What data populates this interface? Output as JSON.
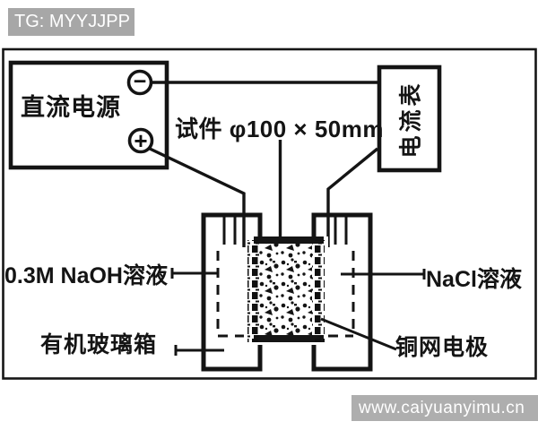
{
  "watermark_top": {
    "text": "TG: MYYJJPP"
  },
  "watermark_bottom": {
    "text": "www.caiyuanyimu.cn"
  },
  "diagram": {
    "power_supply_label": "直流电源",
    "ammeter_label": "电流表",
    "specimen_label": "试件 φ100 × 50mm",
    "left_solution_label": "0.3M NaOH溶液",
    "right_solution_label": "NaCl溶液",
    "container_label": "有机玻璃箱",
    "electrode_label": "铜网电极",
    "icons": {
      "minus_terminal": "−",
      "plus_terminal": "+"
    }
  },
  "colors": {
    "ink": "#1a1a1a",
    "paper": "#ffffff",
    "banner_top_bg": "#a7a7a7",
    "banner_bottom_bg": "#aeaeae",
    "banner_text": "#ffffff"
  }
}
